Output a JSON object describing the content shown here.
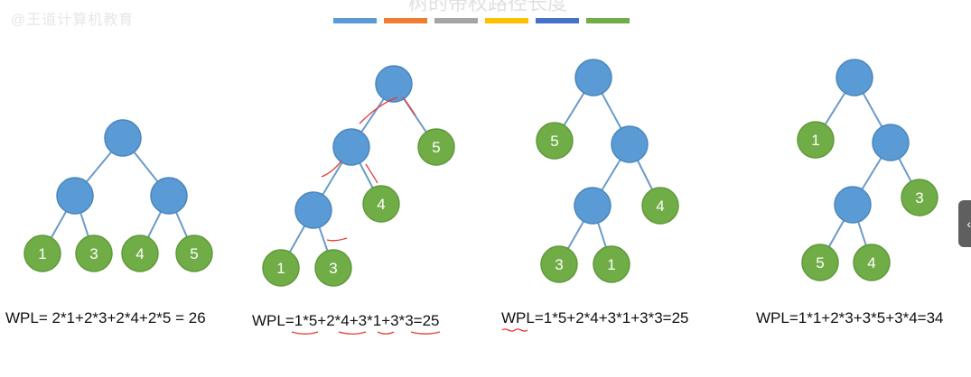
{
  "header": {
    "watermark": "@王道计算机教育",
    "title": "树的带权路径长度",
    "bar_colors": [
      "#5b9bd5",
      "#ed7d31",
      "#a5a5a5",
      "#ffc000",
      "#4472c4",
      "#70ad47"
    ]
  },
  "colors": {
    "internal_fill": "#5b9bd5",
    "internal_stroke": "#4a86bd",
    "leaf_fill": "#70ad47",
    "leaf_stroke": "#5f9a3b",
    "edge": "#6a9bc8",
    "annotation": "#e53935"
  },
  "trees": [
    {
      "formula": "WPL= 2*1+2*3+2*4+2*5 = 26",
      "nodes": [
        {
          "id": "r",
          "leaf": false,
          "label": ""
        },
        {
          "id": "a",
          "leaf": false,
          "label": "",
          "parent": "r"
        },
        {
          "id": "b",
          "leaf": false,
          "label": "",
          "parent": "r"
        },
        {
          "id": "l1",
          "leaf": true,
          "label": "1",
          "parent": "a"
        },
        {
          "id": "l3",
          "leaf": true,
          "label": "3",
          "parent": "a"
        },
        {
          "id": "l4",
          "leaf": true,
          "label": "4",
          "parent": "b"
        },
        {
          "id": "l5",
          "leaf": true,
          "label": "5",
          "parent": "b"
        }
      ]
    },
    {
      "formula": "WPL=1*5+2*4+3*1+3*3=25",
      "nodes": [
        {
          "id": "r",
          "leaf": false,
          "label": ""
        },
        {
          "id": "a",
          "leaf": false,
          "label": "",
          "parent": "r"
        },
        {
          "id": "l5",
          "leaf": true,
          "label": "5",
          "parent": "r"
        },
        {
          "id": "b",
          "leaf": false,
          "label": "",
          "parent": "a"
        },
        {
          "id": "l4",
          "leaf": true,
          "label": "4",
          "parent": "a"
        },
        {
          "id": "l1",
          "leaf": true,
          "label": "1",
          "parent": "b"
        },
        {
          "id": "l3",
          "leaf": true,
          "label": "3",
          "parent": "b"
        }
      ]
    },
    {
      "formula": "WPL=1*5+2*4+3*1+3*3=25",
      "nodes": [
        {
          "id": "r",
          "leaf": false,
          "label": ""
        },
        {
          "id": "l5",
          "leaf": true,
          "label": "5",
          "parent": "r"
        },
        {
          "id": "a",
          "leaf": false,
          "label": "",
          "parent": "r"
        },
        {
          "id": "b",
          "leaf": false,
          "label": "",
          "parent": "a"
        },
        {
          "id": "l4",
          "leaf": true,
          "label": "4",
          "parent": "a"
        },
        {
          "id": "l3",
          "leaf": true,
          "label": "3",
          "parent": "b"
        },
        {
          "id": "l1",
          "leaf": true,
          "label": "1",
          "parent": "b"
        }
      ]
    },
    {
      "formula": "WPL=1*1+2*3+3*5+3*4=34",
      "nodes": [
        {
          "id": "r",
          "leaf": false,
          "label": ""
        },
        {
          "id": "l1",
          "leaf": true,
          "label": "1",
          "parent": "r"
        },
        {
          "id": "a",
          "leaf": false,
          "label": "",
          "parent": "r"
        },
        {
          "id": "b",
          "leaf": false,
          "label": "",
          "parent": "a"
        },
        {
          "id": "l3",
          "leaf": true,
          "label": "3",
          "parent": "a"
        },
        {
          "id": "l5",
          "leaf": true,
          "label": "5",
          "parent": "b"
        },
        {
          "id": "l4",
          "leaf": true,
          "label": "4",
          "parent": "b"
        }
      ]
    }
  ],
  "side_tab_icon": "chevron-left-icon",
  "side_tab_glyph": "‹"
}
